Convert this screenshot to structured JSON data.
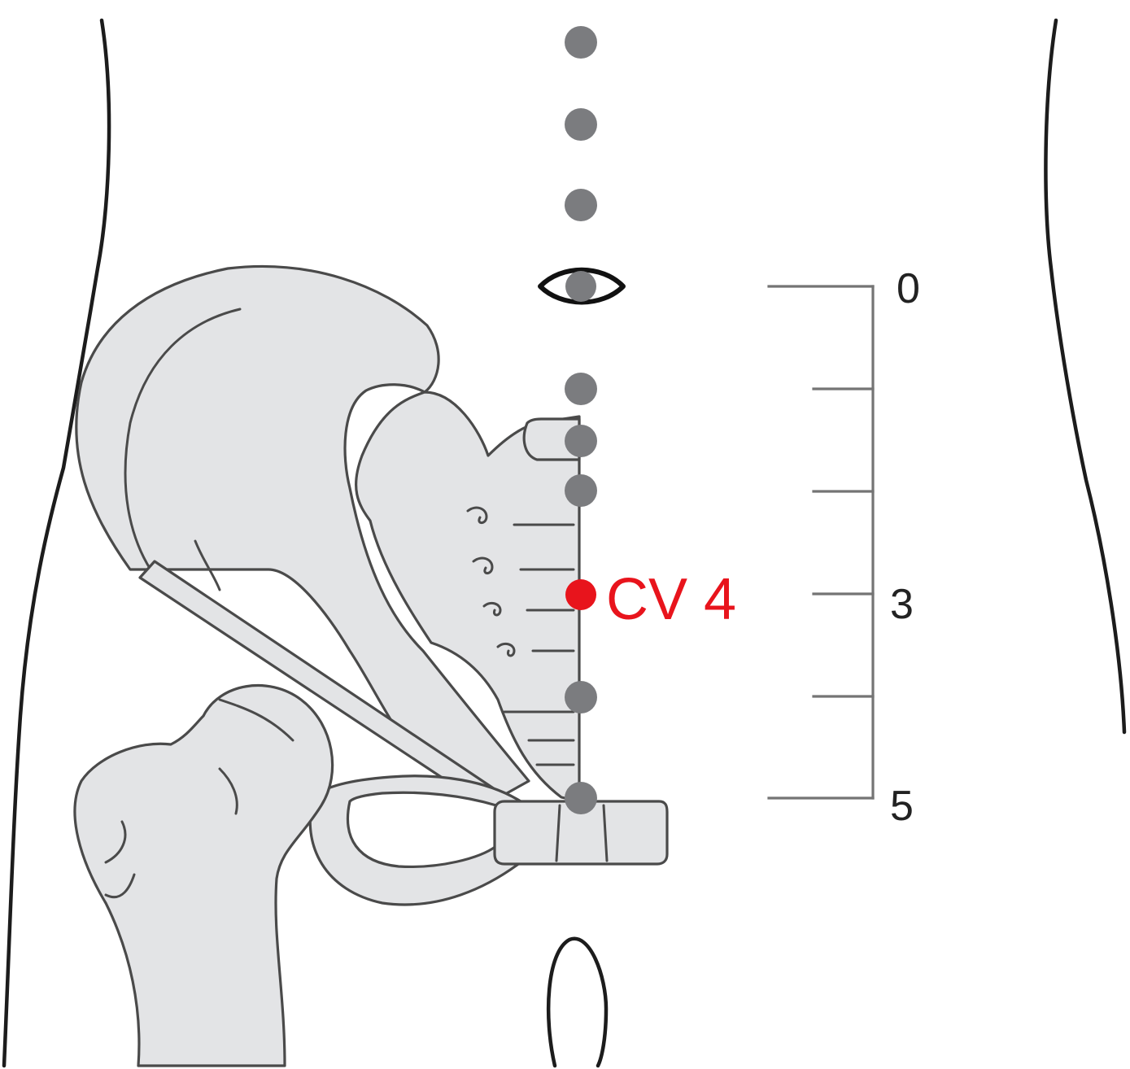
{
  "point": {
    "label": "CV 4",
    "color": "#e8141c"
  },
  "scale": {
    "labels": [
      "0",
      "3",
      "5"
    ],
    "divisions": 5
  },
  "colors": {
    "outline": "#1c1c1c",
    "bone_fill": "#e3e4e6",
    "bone_stroke": "#4a4a4a",
    "dot": "#7b7c7f",
    "scale": "#747474"
  }
}
